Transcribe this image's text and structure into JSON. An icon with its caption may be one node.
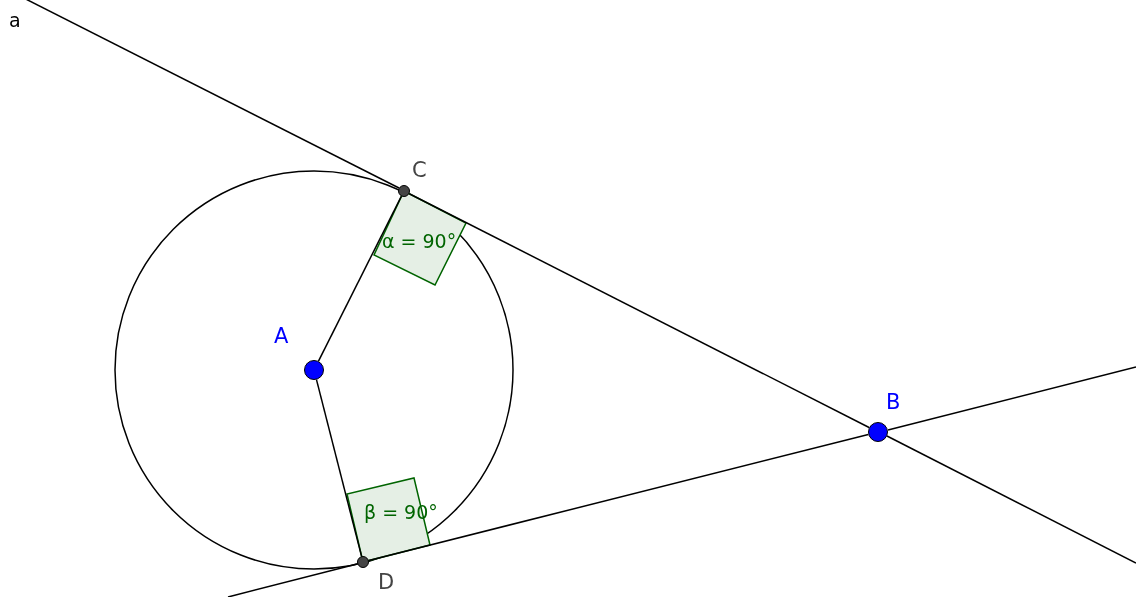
{
  "diagram": {
    "nodes": [
      {
        "text": [],
        "shape": "circle",
        "beside": [
          "A"
        ]
      },
      {
        "text": [],
        "shape": "circle",
        "beside": [
          "B"
        ]
      },
      {
        "text": [],
        "shape": "circle",
        "beside": [
          "C"
        ]
      },
      {
        "text": [],
        "shape": "circle",
        "beside": [
          "D"
        ]
      }
    ],
    "edges": [
      {
        "from": 0,
        "to": 2,
        "arrow": "none"
      },
      {
        "from": 0,
        "to": 3,
        "arrow": "none"
      },
      {
        "from": 2,
        "to": 1,
        "arrow": "none"
      },
      {
        "from": 3,
        "to": 1,
        "arrow": "none"
      }
    ],
    "labels": [
      "a",
      "α = 90°",
      "β = 90°"
    ]
  }
}
